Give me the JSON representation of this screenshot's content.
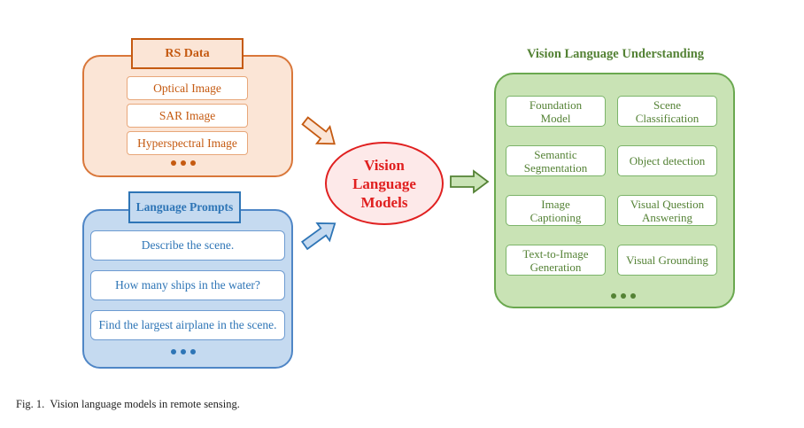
{
  "rs_data": {
    "title": "RS Data",
    "items": [
      "Optical Image",
      "SAR Image",
      "Hyperspectral Image"
    ]
  },
  "language_prompts": {
    "title": "Language Prompts",
    "items": [
      "Describe the scene.",
      "How many ships in the water?",
      "Find the largest airplane in the scene."
    ]
  },
  "vlm": {
    "line1": "Vision",
    "line2": "Language",
    "line3": "Models"
  },
  "vlu": {
    "title": "Vision Language Understanding",
    "tasks": [
      {
        "line1": "Foundation",
        "line2": "Model"
      },
      {
        "line1": "Scene",
        "line2": "Classification"
      },
      {
        "line1": "Semantic",
        "line2": "Segmentation"
      },
      {
        "line1": "Object detection",
        "line2": ""
      },
      {
        "line1": "Image",
        "line2": "Captioning"
      },
      {
        "line1": "Visual Question",
        "line2": "Answering"
      },
      {
        "line1": "Text-to-Image",
        "line2": "Generation"
      },
      {
        "line1": "Visual Grounding",
        "line2": ""
      }
    ]
  },
  "caption": "Fig. 1.  Vision language models in remote sensing.",
  "colors": {
    "rs_accent": "#c55a11",
    "rs_fill": "#fbe5d6",
    "lp_accent": "#2e75b6",
    "lp_fill": "#c5daf0",
    "vlm_accent": "#e02020",
    "vlm_fill": "#fde9e9",
    "vlu_accent": "#548235",
    "vlu_fill": "#c9e3b5"
  }
}
